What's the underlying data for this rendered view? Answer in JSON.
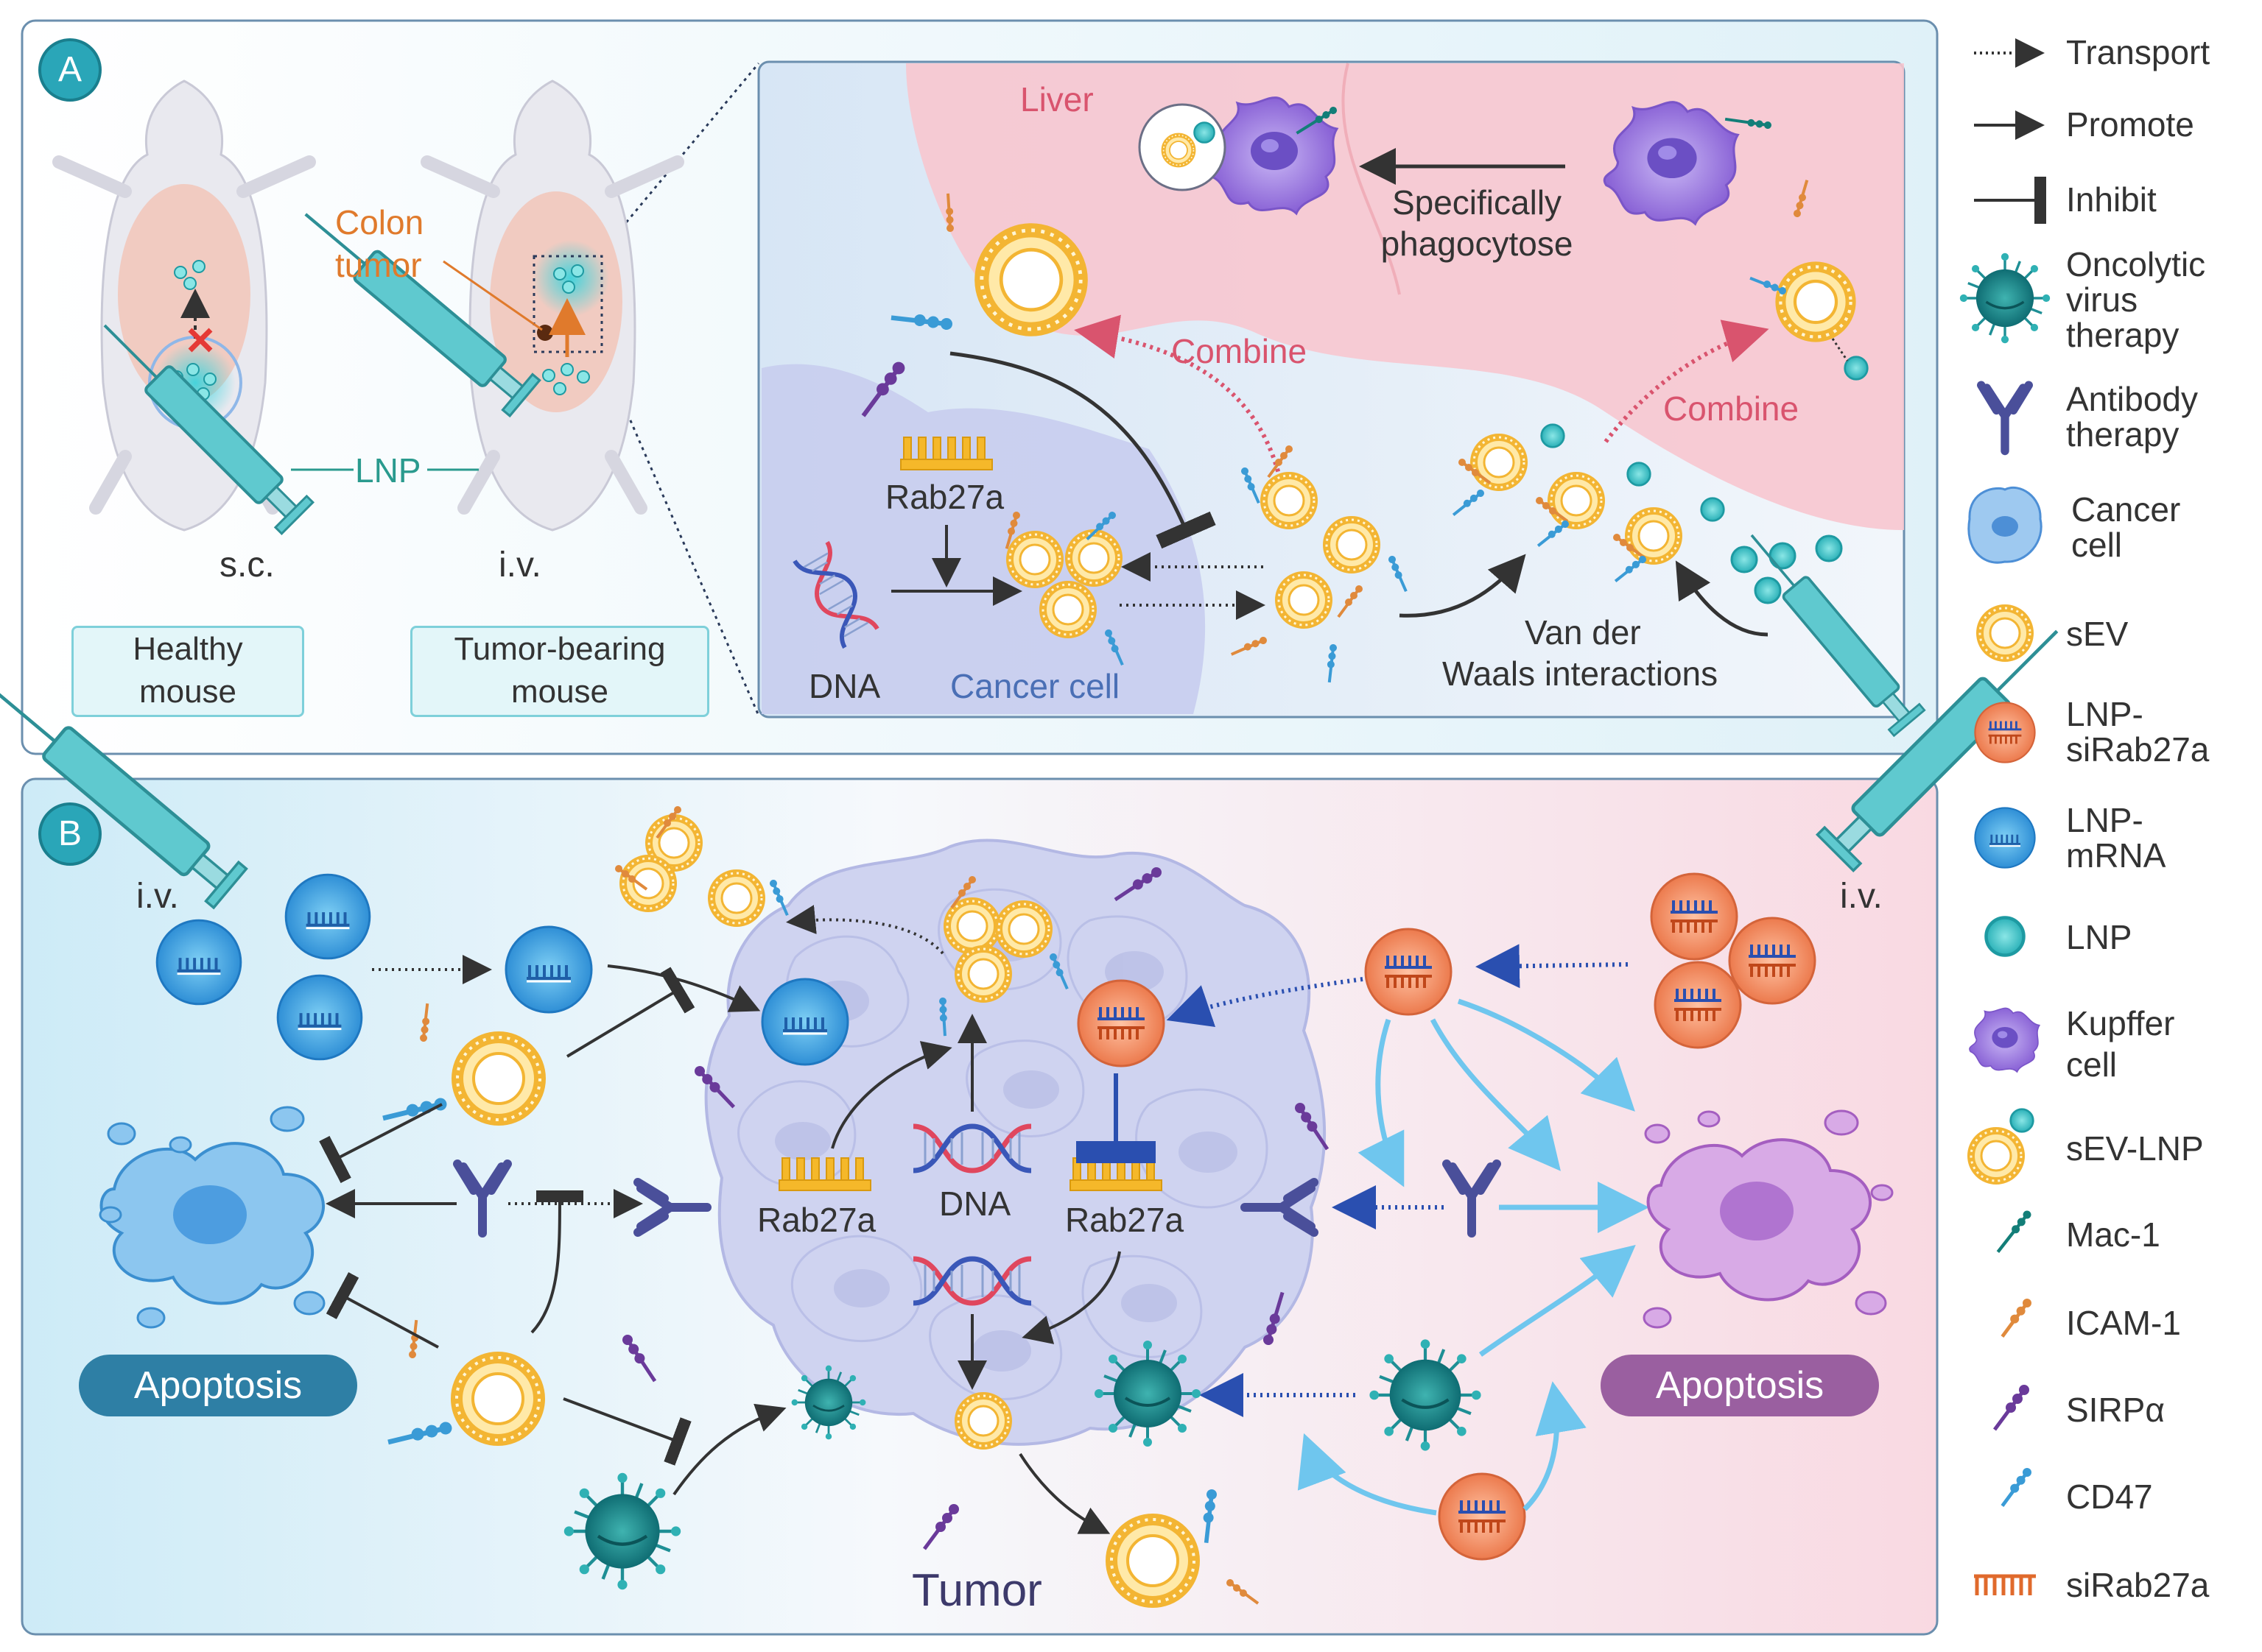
{
  "panel_a": {
    "badge": "A",
    "colon_tumor_line1": "Colon",
    "colon_tumor_line2": "tumor",
    "lnp": "LNP",
    "sc": "s.c.",
    "iv": "i.v.",
    "healthy_line1": "Healthy",
    "healthy_line2": "mouse",
    "tumor_bearing_line1": "Tumor-bearing",
    "tumor_bearing_line2": "mouse",
    "liver": "Liver",
    "specifically_line1": "Specifically",
    "specifically_line2": "phagocytose",
    "combine_left": "Combine",
    "combine_right": "Combine",
    "rab27a": "Rab27a",
    "dna": "DNA",
    "cancer_cell": "Cancer cell",
    "vdw_line1": "Van der",
    "vdw_line2": "Waals interactions"
  },
  "panel_b": {
    "badge": "B",
    "iv_left": "i.v.",
    "iv_right": "i.v.",
    "rab27a_left": "Rab27a",
    "dna": "DNA",
    "rab27a_right": "Rab27a",
    "apoptosis_left": "Apoptosis",
    "apoptosis_right": "Apoptosis",
    "tumor": "Tumor"
  },
  "legend": [
    {
      "icon": "dotted-arrow-icon",
      "label": "Transport"
    },
    {
      "icon": "solid-arrow-icon",
      "label": "Promote"
    },
    {
      "icon": "inhibit-icon",
      "label": "Inhibit"
    },
    {
      "icon": "oncolytic-virus-icon",
      "label": "Oncolytic\nvirus\ntherapy"
    },
    {
      "icon": "antibody-icon",
      "label": "Antibody\ntherapy"
    },
    {
      "icon": "cancer-cell-icon",
      "label": "Cancer\ncell"
    },
    {
      "icon": "sev-icon",
      "label": "sEV"
    },
    {
      "icon": "lnp-sirab27a-icon",
      "label": "LNP-\nsiRab27a"
    },
    {
      "icon": "lnp-mrna-icon",
      "label": "LNP-\nmRNA"
    },
    {
      "icon": "lnp-icon",
      "label": "LNP"
    },
    {
      "icon": "kupffer-cell-icon",
      "label": "Kupffer\ncell"
    },
    {
      "icon": "sev-lnp-icon",
      "label": "sEV-LNP"
    },
    {
      "icon": "mac1-icon",
      "label": "Mac-1"
    },
    {
      "icon": "icam1-icon",
      "label": "ICAM-1"
    },
    {
      "icon": "sirpa-icon",
      "label": "SIRPα"
    },
    {
      "icon": "cd47-icon",
      "label": "CD47"
    },
    {
      "icon": "sirab27a-icon",
      "label": "siRab27a"
    }
  ],
  "colors": {
    "panel_border": "#6b8fae",
    "badge": "#2aa6b8",
    "sev_ring": "#f3b533",
    "lnp": "#3cc2c8",
    "lnp_mrna": "#3aa3e0",
    "lnp_sirab27a": "#f08a5d",
    "kupffer": "#9b7be0",
    "apoptosis_left": "#2e86ab",
    "apoptosis_right": "#9a5fa0",
    "combine_text": "#d9546e",
    "liver_text": "#d9546e",
    "colon_text": "#e07a2c",
    "cancer_cell_text": "#4a6fb5"
  }
}
